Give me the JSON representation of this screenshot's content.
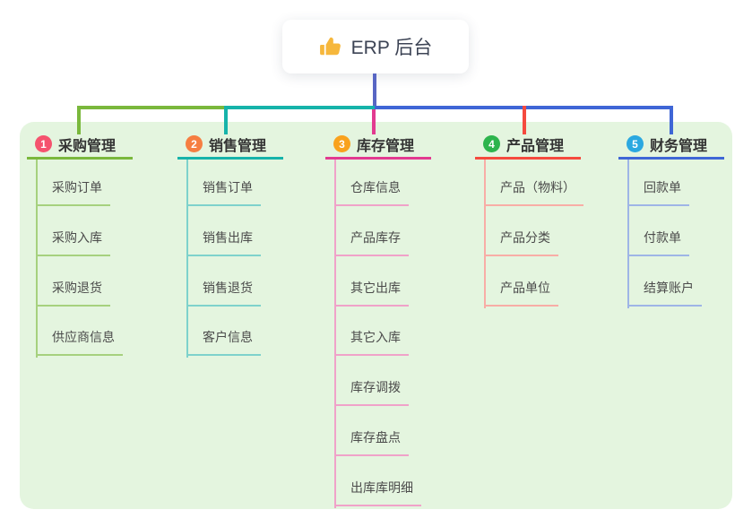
{
  "root_node": {
    "icon": "thumbs-up-icon",
    "label": "ERP 后台"
  },
  "colors": {
    "background": "#ffffff",
    "panel": "#e4f5df",
    "root_line": "#5866c4",
    "title_text": "#333333",
    "item_text": "#4b4b4b",
    "root_text": "#3c4354",
    "thumb_icon": "#f6b73c"
  },
  "branches": [
    {
      "number": "1",
      "title": "采购管理",
      "badge_color": "#f5536e",
      "line_color": "#7ab83c",
      "light_line_color": "#a6d17e",
      "items": [
        "采购订单",
        "采购入库",
        "采购退货",
        "供应商信息"
      ]
    },
    {
      "number": "2",
      "title": "销售管理",
      "badge_color": "#f67e41",
      "line_color": "#16b3aa",
      "light_line_color": "#7ed2cc",
      "items": [
        "销售订单",
        "销售出库",
        "销售退货",
        "客户信息"
      ]
    },
    {
      "number": "3",
      "title": "库存管理",
      "badge_color": "#f9a21d",
      "line_color": "#e23a90",
      "light_line_color": "#f0a2c9",
      "items": [
        "仓库信息",
        "产品库存",
        "其它出库",
        "其它入库",
        "库存调拨",
        "库存盘点",
        "出库库明细"
      ]
    },
    {
      "number": "4",
      "title": "产品管理",
      "badge_color": "#2db44d",
      "line_color": "#f54a3e",
      "light_line_color": "#f8ada6",
      "items": [
        "产品（物料）",
        "产品分类",
        "产品单位"
      ]
    },
    {
      "number": "5",
      "title": "财务管理",
      "badge_color": "#2ba8e0",
      "line_color": "#3f66d6",
      "light_line_color": "#9eb5e6",
      "items": [
        "回款单",
        "付款单",
        "结算账户"
      ]
    }
  ]
}
